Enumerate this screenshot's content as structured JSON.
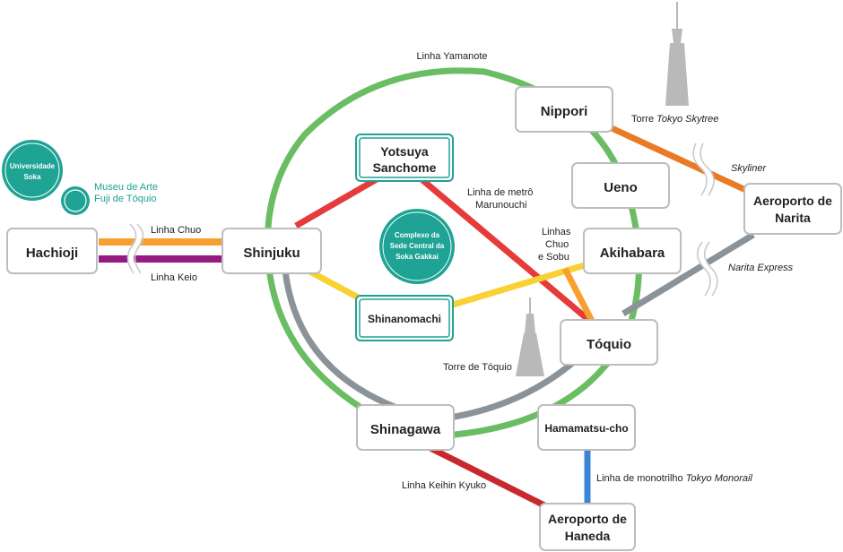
{
  "colors": {
    "yamanote": "#6abd62",
    "chuo": "#f7a030",
    "keio": "#951a82",
    "marunouchi": "#e63b3b",
    "chuo_sobu": "#f9d132",
    "keihin": "#c8292d",
    "monorail": "#3a86d4",
    "skyliner": "#ea7a26",
    "narita_express": "#8a929a",
    "teal": "#1fa394",
    "tower": "#b9b9b9",
    "box_border": "#bdbdbd"
  },
  "stations": {
    "hachioji": "Hachioji",
    "shinjuku": "Shinjuku",
    "yotsuya_line1": "Yotsuya",
    "yotsuya_line2": "Sanchome",
    "shinanomachi": "Shinanomachi",
    "nippori": "Nippori",
    "ueno": "Ueno",
    "akihabara": "Akihabara",
    "tokyo": "Tóquio",
    "shinagawa": "Shinagawa",
    "hamamatsucho": "Hamamatsu-cho",
    "haneda_line1": "Aeroporto de",
    "haneda_line2": "Haneda",
    "narita_line1": "Aeroporto de",
    "narita_line2": "Narita"
  },
  "labels": {
    "yamanote": "Linha Yamanote",
    "chuo": "Linha Chuo",
    "keio": "Linha Keio",
    "marunouchi_line1": "Linha de metrô",
    "marunouchi_line2": "Marunouchi",
    "chuo_sobu_line1": "Linhas",
    "chuo_sobu_line2": "Chuo",
    "chuo_sobu_line3": "e Sobu",
    "skytree_prefix": "Torre ",
    "skytree_name": "Tokyo Skytree",
    "skyliner": "Skyliner",
    "narita_express": "Narita Express",
    "tokyo_tower": "Torre de Tóquio",
    "keihin": "Linha Keihin Kyuko",
    "monorail_prefix": "Linha de monotrilho ",
    "monorail_name": "Tokyo Monorail"
  },
  "landmarks": {
    "soka_univ_line1": "Universidade",
    "soka_univ_line2": "Soka",
    "museum_line1": "Museu de Arte",
    "museum_line2": "Fuji de Tóquio",
    "complex_line1": "Complexo da",
    "complex_line2": "Sede Central da",
    "complex_line3": "Soka Gakkai"
  }
}
